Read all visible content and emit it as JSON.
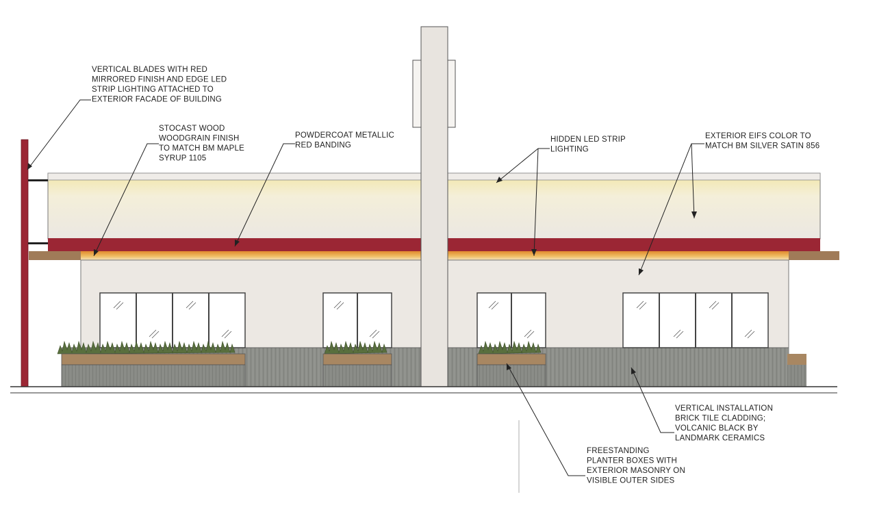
{
  "colors": {
    "red_band": "#9b2634",
    "wood_trim": "#a07b58",
    "wall": "#ece8e3",
    "cladding": "#8f918c",
    "planter": "#a88762",
    "foliage": "#596f3e",
    "led_glow": "#e8a54a"
  },
  "annotations": {
    "vertical_blades": {
      "lines": [
        "VERTICAL BLADES WITH RED",
        "MIRRORED FINISH AND EDGE LED",
        "STRIP LIGHTING ATTACHED TO",
        "EXTERIOR FACADE OF BUILDING"
      ]
    },
    "stocast_wood": {
      "lines": [
        "STOCAST WOOD",
        "WOODGRAIN FINISH",
        "TO MATCH BM MAPLE",
        "SYRUP 1105"
      ]
    },
    "powdercoat": {
      "lines": [
        "POWDERCOAT METALLIC",
        "RED BANDING"
      ]
    },
    "hidden_led": {
      "lines": [
        "HIDDEN LED STRIP",
        "LIGHTING"
      ]
    },
    "eifs": {
      "lines": [
        "EXTERIOR EIFS COLOR TO",
        "MATCH BM SILVER SATIN 856"
      ]
    },
    "brick_tile": {
      "lines": [
        "VERTICAL INSTALLATION",
        "BRICK TILE CLADDING;",
        "VOLCANIC BLACK BY",
        "LANDMARK CERAMICS"
      ]
    },
    "planter_boxes": {
      "lines": [
        "FREESTANDING",
        "PLANTER BOXES WITH",
        "EXTERIOR MASONRY ON",
        "VISIBLE OUTER SIDES"
      ]
    }
  }
}
